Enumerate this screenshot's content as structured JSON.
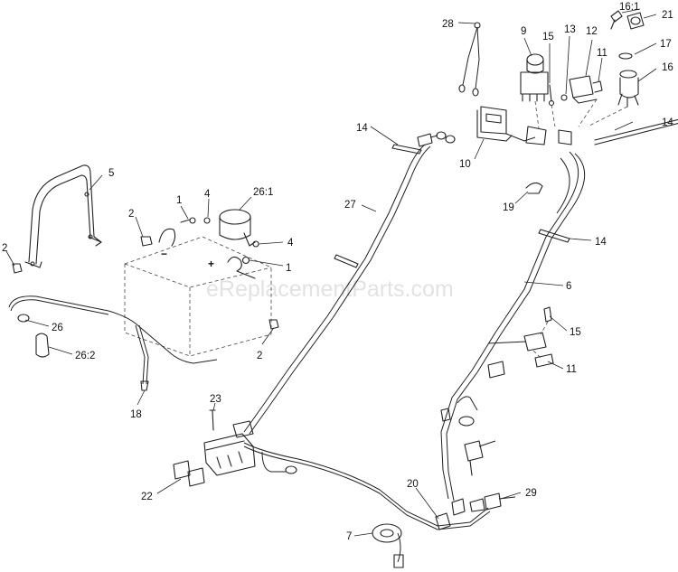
{
  "watermark": "eReplacementParts.com",
  "battery_symbols": {
    "minus": "−",
    "plus": "+"
  },
  "callouts": {
    "c28": "28",
    "c9": "9",
    "c15a": "15",
    "c13": "13",
    "c12": "12",
    "c11a": "11",
    "c16_1": "16:1",
    "c21": "21",
    "c17": "17",
    "c16": "16",
    "c14a": "14",
    "c14b": "14",
    "c10": "10",
    "c5": "5",
    "c27": "27",
    "c19": "19",
    "c14c": "14",
    "c2a": "2",
    "c1a": "1",
    "c4a": "4",
    "c26_1": "26:1",
    "c4b": "4",
    "c1b": "1",
    "c2b": "2",
    "c6": "6",
    "c26": "26",
    "c26_2": "26:2",
    "c15b": "15",
    "c2c": "2",
    "c11b": "11",
    "c18": "18",
    "c23": "23",
    "c22": "22",
    "c20": "20",
    "c29": "29",
    "c7": "7"
  }
}
